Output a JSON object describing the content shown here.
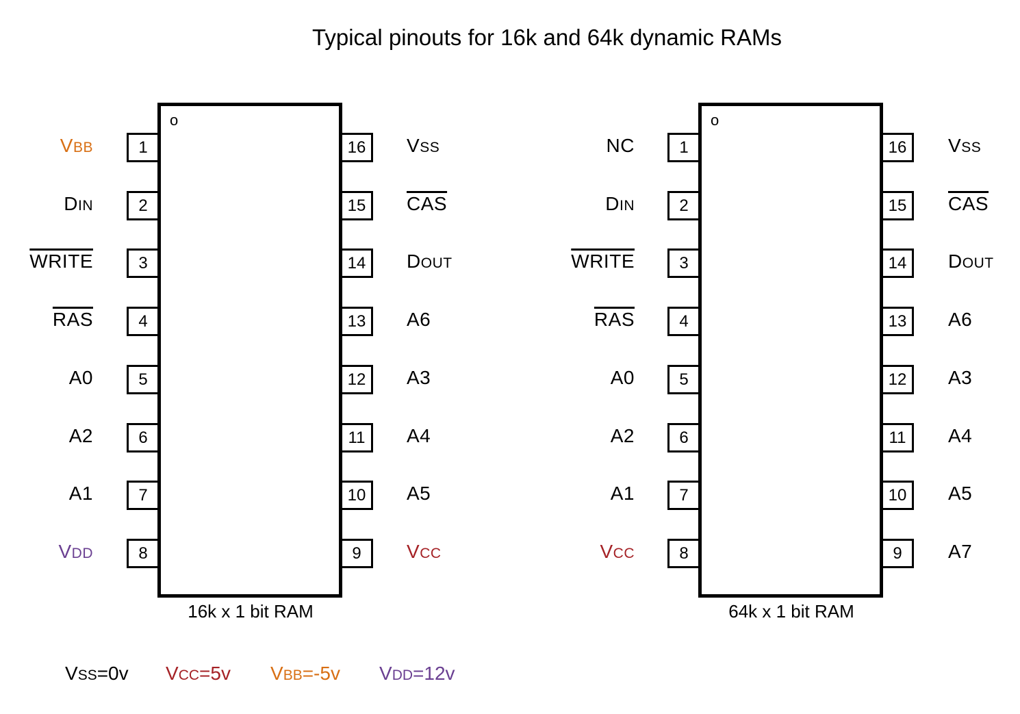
{
  "title": "Typical pinouts for 16k and 64k dynamic RAMs",
  "colors": {
    "vss": "#000000",
    "vcc": "#a52226",
    "vbb": "#d86f14",
    "vdd": "#6a3f91"
  },
  "chips": [
    {
      "caption": "16k x 1 bit RAM",
      "dot": "o",
      "left_pins": [
        {
          "num": "1",
          "main": "V",
          "sub": "BB",
          "color": "#d86f14",
          "overline": false
        },
        {
          "num": "2",
          "main": "D",
          "sub": "IN",
          "color": "#000000",
          "overline": false
        },
        {
          "num": "3",
          "main": "WRITE",
          "sub": "",
          "color": "#000000",
          "overline": true
        },
        {
          "num": "4",
          "main": "RAS",
          "sub": "",
          "color": "#000000",
          "overline": true
        },
        {
          "num": "5",
          "main": "A0",
          "sub": "",
          "color": "#000000",
          "overline": false
        },
        {
          "num": "6",
          "main": "A2",
          "sub": "",
          "color": "#000000",
          "overline": false
        },
        {
          "num": "7",
          "main": "A1",
          "sub": "",
          "color": "#000000",
          "overline": false
        },
        {
          "num": "8",
          "main": "V",
          "sub": "DD",
          "color": "#6a3f91",
          "overline": false
        }
      ],
      "right_pins": [
        {
          "num": "16",
          "main": "V",
          "sub": "SS",
          "color": "#000000",
          "overline": false
        },
        {
          "num": "15",
          "main": "CAS",
          "sub": "",
          "color": "#000000",
          "overline": true
        },
        {
          "num": "14",
          "main": "D",
          "sub": "OUT",
          "color": "#000000",
          "overline": false
        },
        {
          "num": "13",
          "main": "A6",
          "sub": "",
          "color": "#000000",
          "overline": false
        },
        {
          "num": "12",
          "main": "A3",
          "sub": "",
          "color": "#000000",
          "overline": false
        },
        {
          "num": "11",
          "main": "A4",
          "sub": "",
          "color": "#000000",
          "overline": false
        },
        {
          "num": "10",
          "main": "A5",
          "sub": "",
          "color": "#000000",
          "overline": false
        },
        {
          "num": "9",
          "main": "V",
          "sub": "CC",
          "color": "#a52226",
          "overline": false
        }
      ]
    },
    {
      "caption": "64k x 1 bit RAM",
      "dot": "o",
      "left_pins": [
        {
          "num": "1",
          "main": "NC",
          "sub": "",
          "color": "#000000",
          "overline": false
        },
        {
          "num": "2",
          "main": "D",
          "sub": "IN",
          "color": "#000000",
          "overline": false
        },
        {
          "num": "3",
          "main": "WRITE",
          "sub": "",
          "color": "#000000",
          "overline": true
        },
        {
          "num": "4",
          "main": "RAS",
          "sub": "",
          "color": "#000000",
          "overline": true
        },
        {
          "num": "5",
          "main": "A0",
          "sub": "",
          "color": "#000000",
          "overline": false
        },
        {
          "num": "6",
          "main": "A2",
          "sub": "",
          "color": "#000000",
          "overline": false
        },
        {
          "num": "7",
          "main": "A1",
          "sub": "",
          "color": "#000000",
          "overline": false
        },
        {
          "num": "8",
          "main": "V",
          "sub": "CC",
          "color": "#a52226",
          "overline": false
        }
      ],
      "right_pins": [
        {
          "num": "16",
          "main": "V",
          "sub": "SS",
          "color": "#000000",
          "overline": false
        },
        {
          "num": "15",
          "main": "CAS",
          "sub": "",
          "color": "#000000",
          "overline": true
        },
        {
          "num": "14",
          "main": "D",
          "sub": "OUT",
          "color": "#000000",
          "overline": false
        },
        {
          "num": "13",
          "main": "A6",
          "sub": "",
          "color": "#000000",
          "overline": false
        },
        {
          "num": "12",
          "main": "A3",
          "sub": "",
          "color": "#000000",
          "overline": false
        },
        {
          "num": "11",
          "main": "A4",
          "sub": "",
          "color": "#000000",
          "overline": false
        },
        {
          "num": "10",
          "main": "A5",
          "sub": "",
          "color": "#000000",
          "overline": false
        },
        {
          "num": "9",
          "main": "A7",
          "sub": "",
          "color": "#000000",
          "overline": false
        }
      ]
    }
  ],
  "legend": [
    {
      "main": "V",
      "sub": "SS",
      "value": "=0v",
      "color": "#000000"
    },
    {
      "main": "V",
      "sub": "CC",
      "value": "=5v",
      "color": "#a52226"
    },
    {
      "main": "V",
      "sub": "BB",
      "value": "=-5v",
      "color": "#d86f14"
    },
    {
      "main": "V",
      "sub": "DD",
      "value": "=12v",
      "color": "#6a3f91"
    }
  ]
}
